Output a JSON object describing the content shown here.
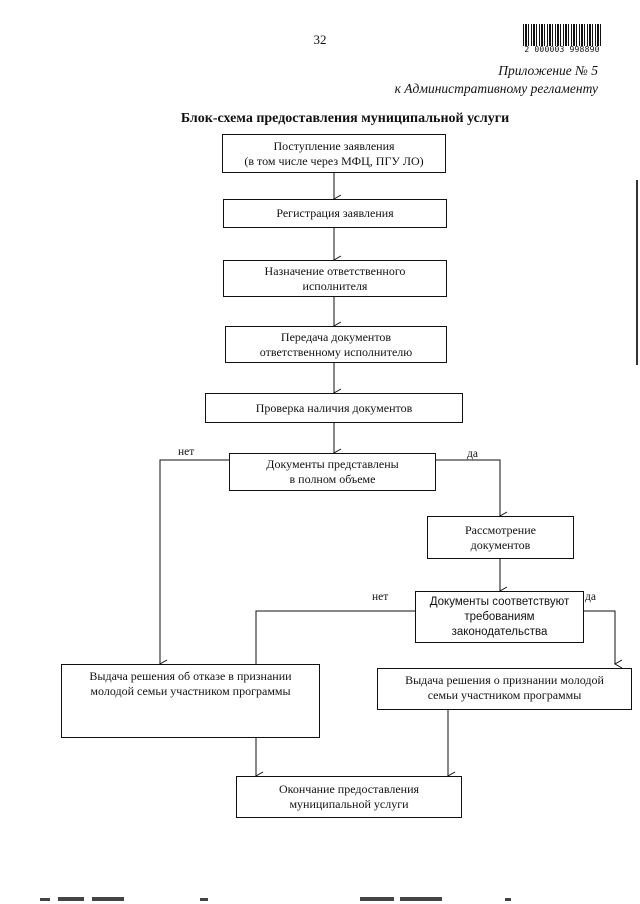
{
  "page": {
    "number": "32",
    "barcode_text": "2 000003 998890",
    "appendix_line1": "Приложение № 5",
    "appendix_line2": "к Административному регламенту",
    "title": "Блок-схема предоставления муниципальной услуги"
  },
  "flowchart": {
    "nodes": {
      "receipt": [
        "Поступление заявления",
        "(в том числе через МФЦ, ПГУ ЛО)"
      ],
      "registration": [
        "Регистрация заявления"
      ],
      "assign": [
        "Назначение ответственного",
        "исполнителя"
      ],
      "transfer": [
        "Передача документов",
        "ответственному исполнителю"
      ],
      "check": [
        "Проверка наличия документов"
      ],
      "complete": [
        "Документы представлены",
        "в полном объеме"
      ],
      "review": [
        "Рассмотрение",
        "документов"
      ],
      "compliance": [
        "Документы соответствуют",
        "требованиям",
        "законодательства"
      ],
      "refusal": [
        "Выдача решения об отказе в признании",
        "молодой семьи участником программы"
      ],
      "approval": [
        "Выдача решения о признании молодой",
        "семьи участником программы"
      ],
      "end": [
        "Окончание предоставления",
        "муниципальной услуги"
      ]
    },
    "labels": {
      "no1": "нет",
      "yes1": "да",
      "no2": "нет",
      "yes2": "да"
    }
  }
}
